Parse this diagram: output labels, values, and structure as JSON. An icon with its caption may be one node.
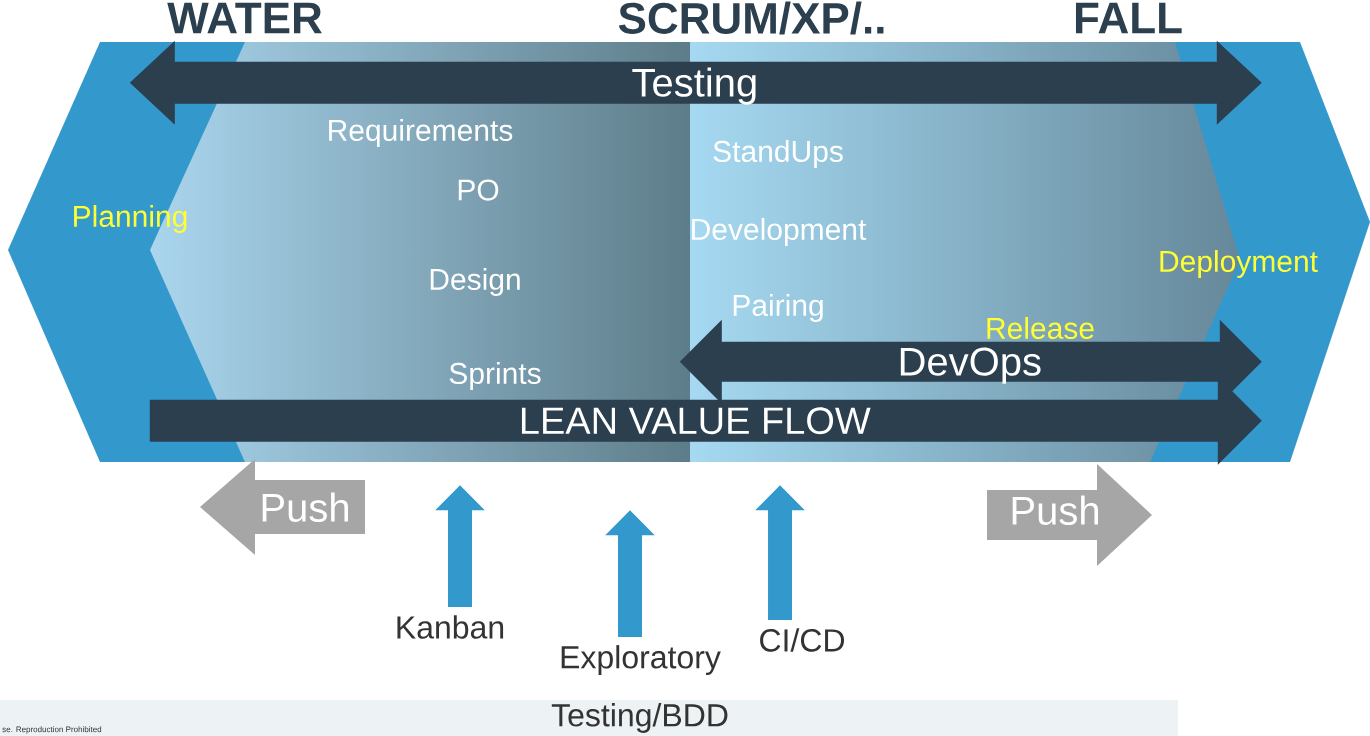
{
  "diagram": {
    "nodes": [
      {
        "text": [
          "Planning",
          "Requirements",
          "PO",
          "Design",
          "Sprints",
          "StandUps",
          "Development",
          "Pairing",
          "Release",
          "Deployment"
        ]
      },
      {
        "text": [
          "Testing"
        ],
        "in": 0
      },
      {
        "text": [
          "DevOps"
        ],
        "in": 0
      },
      {
        "text": [
          "LEAN VALUE FLOW"
        ],
        "in": 0
      },
      {
        "text": [
          "Push"
        ]
      },
      {
        "text": [
          "Push"
        ]
      },
      {
        "text": [
          "Kanban"
        ]
      },
      {
        "text": [
          "Exploratory Testing/BDD"
        ]
      },
      {
        "text": [
          "CI/CD"
        ]
      }
    ],
    "edges": [
      {
        "from": 6,
        "to": 0,
        "arrow": "to"
      },
      {
        "from": 7,
        "to": 0,
        "arrow": "to"
      },
      {
        "from": 8,
        "to": 0,
        "arrow": "to"
      }
    ],
    "labels": [
      "WATER",
      "SCRUM/XP/..",
      "FALL",
      "se. Reproduction Prohibited"
    ]
  }
}
